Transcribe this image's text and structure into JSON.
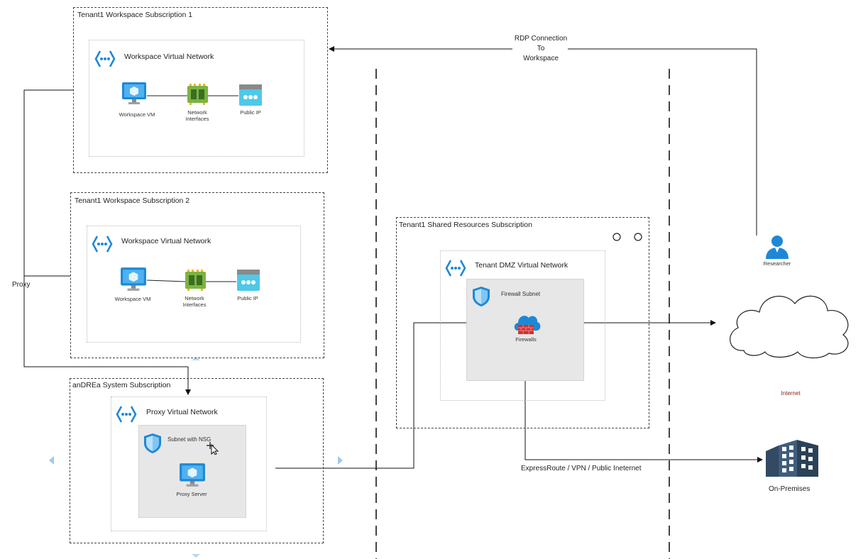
{
  "subscriptions": {
    "ws1": {
      "title": "Tenant1 Workspace Subscription 1",
      "vnet": "Workspace Virtual Network",
      "vm": "Workspace VM",
      "nic": "Network Interfaces",
      "pip": "Public IP"
    },
    "ws2": {
      "title": "Tenant1 Workspace Subscription 2",
      "vnet": "Workspace Virtual Network",
      "vm": "Workspace VM",
      "nic": "Network Interfaces",
      "pip": "Public IP"
    },
    "sys": {
      "title": "anDREa System Subscription",
      "vnet": "Proxy Virtual Network",
      "subnet": "Subnet with NSG",
      "server": "Proxy Server"
    },
    "shared": {
      "title": "Tenant1 Shared Resources Subscription",
      "vnet": "Tenant DMZ Virtual Network",
      "subnet": "Firewall Subnet",
      "firewall": "Firewalls"
    }
  },
  "labels": {
    "rdp": "RDP Connection To Workspace",
    "rdp_lines": [
      "RDP Connection",
      "To",
      "Workspace"
    ],
    "proxy": "Proxy",
    "researcher": "Researcher",
    "internet": "Internet",
    "expressroute": "ExpressRoute / VPN / Public Ineternet",
    "onprem": "On-Premises"
  },
  "icons": {
    "vnet": "virtual-network-icon",
    "vm": "virtual-machine-icon",
    "nic": "network-interface-icon",
    "pip": "public-ip-icon",
    "nsg": "shield-icon",
    "firewall": "firewall-icon",
    "user": "user-icon",
    "cloud": "cloud-icon",
    "building": "building-icon"
  },
  "colors": {
    "azure_blue": "#1e88d6",
    "nic_green": "#7cb342",
    "firewall_red": "#d32f2f",
    "internet_text": "#8b1a1a"
  }
}
